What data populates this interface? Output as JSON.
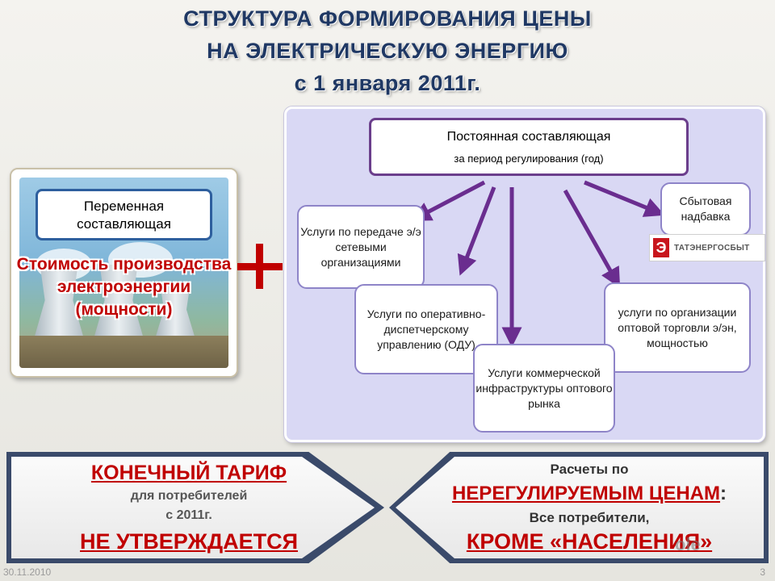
{
  "title": {
    "line1": "СТРУКТУРА  ФОРМИРОВАНИЯ ЦЕНЫ",
    "line2": "НА ЭЛЕКТРИЧЕСКУЮ ЭНЕРГИЮ",
    "line3": "с 1 января 2011г."
  },
  "variable": {
    "label": "Переменная составляющая",
    "cost": "Стоимость производства электроэнергии (мощности)"
  },
  "constant": {
    "title": "Постоянная составляющая",
    "subtitle": "за период регулирования (год)",
    "components": {
      "transmission": "Услуги по передаче э/э сетевыми организациями",
      "dispatch": "Услуги по оперативно-диспетчерскому управлению (ОДУ)",
      "commercial": "Услуги коммерческой инфраструктуры оптового рынка",
      "wholesale": "услуги по организации оптовой торговли э/эн, мощностью",
      "sales_markup": "Сбытовая надбавка"
    }
  },
  "logo": {
    "text": "ТАТЭНЕРГОСБЫТ"
  },
  "banner_left": {
    "line1": "КОНЕЧНЫЙ ТАРИФ",
    "line2": "для потребителей",
    "line3": "с 2011г.",
    "line4": "НЕ УТВЕРЖДАЕТСЯ"
  },
  "banner_right": {
    "line1": "Расчеты по",
    "line2": "НЕРЕГУЛИРУЕМЫМ ЦЕНАМ",
    "line2_suffix": ":",
    "line3": "Все потребители,",
    "line4": "КРОМЕ «НАСЕЛЕНИЯ»"
  },
  "watermark": "ole",
  "footer": {
    "date": "30.11.2010",
    "page": "3"
  },
  "colors": {
    "title": "#1f3864",
    "accent_red": "#c00000",
    "arrow": "#6a2d8f",
    "panel": "#d9d8f4"
  }
}
